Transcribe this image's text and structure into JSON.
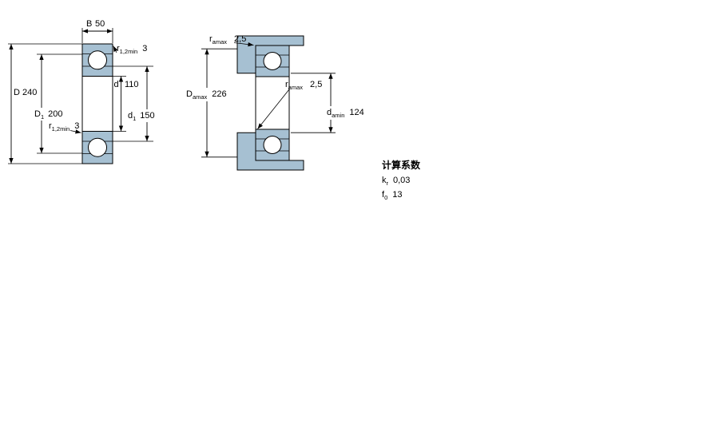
{
  "colors": {
    "section_fill": "#a6c0d2",
    "outline": "#000000",
    "background": "#ffffff"
  },
  "left_view": {
    "b": {
      "label": "B",
      "value": "50"
    },
    "r12_top": {
      "label": "r",
      "sub": "1,2min",
      "value": "3"
    },
    "outer_dia": {
      "label": "D",
      "value": "240"
    },
    "d1_outer": {
      "label": "D",
      "sub": "1",
      "value": "200"
    },
    "bore": {
      "label": "d",
      "value": "110"
    },
    "d1_inner": {
      "label": "d",
      "sub": "1",
      "value": "150"
    },
    "r12_bottom": {
      "label": "r",
      "sub": "1,2min",
      "value": "3"
    }
  },
  "right_view": {
    "ra_top": {
      "label": "r",
      "sub": "amax",
      "value": "2,5"
    },
    "da_max": {
      "label": "D",
      "sub": "amax",
      "value": "226"
    },
    "ra_mid": {
      "label": "r",
      "sub": "amax",
      "value": "2,5"
    },
    "da_min": {
      "label": "d",
      "sub": "amin",
      "value": "124"
    }
  },
  "calculation_factors": {
    "heading": "计算系数",
    "kr": {
      "label": "k",
      "sub": "r",
      "value": "0,03"
    },
    "f0": {
      "label": "f",
      "sub": "0",
      "value": "13"
    }
  }
}
